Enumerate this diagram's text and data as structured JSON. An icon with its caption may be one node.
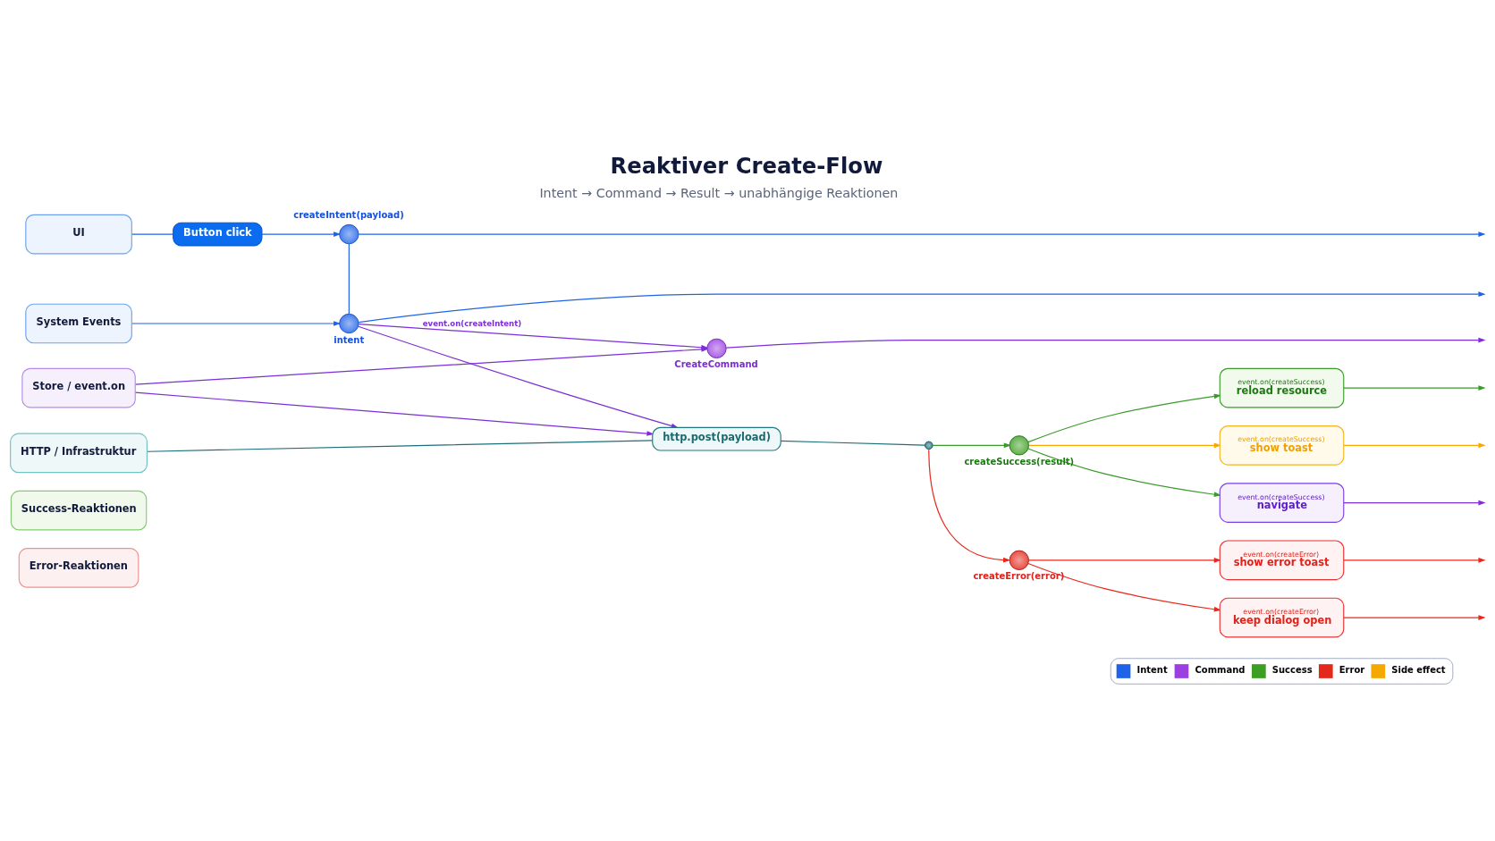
{
  "diagram": {
    "title": "Reaktiver Create-Flow",
    "nodes": [
      {
        "text": [
          "UI"
        ]
      },
      {
        "text": [
          "System Events"
        ]
      },
      {
        "text": [
          "Store / event.on"
        ]
      },
      {
        "text": [
          "HTTP / Infrastruktur"
        ]
      },
      {
        "text": [
          "Success-Reaktionen"
        ]
      },
      {
        "text": [
          "Error-Reaktionen"
        ]
      },
      {
        "text": [
          "Button click"
        ]
      },
      {
        "text": [],
        "shape": "circle",
        "beside": [
          "createIntent(payload)"
        ]
      },
      {
        "text": [],
        "shape": "circle",
        "beside": [
          "intent"
        ]
      },
      {
        "text": [],
        "shape": "circle",
        "beside": [
          "CreateCommand"
        ]
      },
      {
        "text": [
          "http.post(payload)"
        ]
      },
      {
        "text": [],
        "shape": "circle"
      },
      {
        "text": [],
        "shape": "circle",
        "beside": [
          "createSuccess(result)"
        ]
      },
      {
        "text": [],
        "shape": "circle",
        "beside": [
          "createError(error)"
        ]
      },
      {
        "text": [
          "event.on(createSuccess)",
          "reload resource"
        ]
      },
      {
        "text": [
          "event.on(createSuccess)",
          "show toast"
        ]
      },
      {
        "text": [
          "event.on(createSuccess)",
          "navigate"
        ]
      },
      {
        "text": [
          "event.on(createError)",
          "show error toast"
        ]
      },
      {
        "text": [
          "event.on(createError)",
          "keep dialog open"
        ]
      }
    ],
    "edges": [
      {
        "from": 0,
        "to": 6,
        "arrow": "none",
        "color": "#1f63e8"
      },
      {
        "from": 6,
        "to": 7,
        "arrow": "to",
        "color": "#1f63e8"
      },
      {
        "from": 7,
        "to": null,
        "arrow": "to",
        "color": "#1f63e8"
      },
      {
        "from": 7,
        "to": 8,
        "arrow": "none",
        "color": "#1f63e8"
      },
      {
        "from": 1,
        "to": 8,
        "arrow": "to",
        "color": "#1f63e8"
      },
      {
        "from": 8,
        "to": null,
        "arrow": "to",
        "color": "#1f63e8"
      },
      {
        "from": 8,
        "to": 9,
        "arrow": "to",
        "label": "event.on(createIntent)",
        "color": "#7b2fd6"
      },
      {
        "from": 2,
        "to": 9,
        "arrow": "to",
        "color": "#7b2fd6"
      },
      {
        "from": 8,
        "to": 10,
        "arrow": "to",
        "color": "#7b2fd6"
      },
      {
        "from": 2,
        "to": 10,
        "arrow": "to",
        "color": "#7b2fd6"
      },
      {
        "from": 9,
        "to": null,
        "arrow": "to",
        "color": "#7b2fd6"
      },
      {
        "from": 3,
        "to": 10,
        "arrow": "none",
        "color": "#1d6e7a"
      },
      {
        "from": 10,
        "to": 11,
        "arrow": "none",
        "color": "#1d6e7a"
      },
      {
        "from": 11,
        "to": 12,
        "arrow": "to",
        "color": "#3a9a2a"
      },
      {
        "from": 11,
        "to": 13,
        "arrow": "to",
        "color": "#e8281c"
      },
      {
        "from": 12,
        "to": 14,
        "arrow": "to",
        "color": "#3a9a2a"
      },
      {
        "from": 12,
        "to": 15,
        "arrow": "to",
        "color": "#f5a800"
      },
      {
        "from": 12,
        "to": 16,
        "arrow": "to",
        "color": "#3a9a2a"
      },
      {
        "from": 13,
        "to": 17,
        "arrow": "to",
        "color": "#e8281c"
      },
      {
        "from": 13,
        "to": 18,
        "arrow": "to",
        "color": "#e8281c"
      },
      {
        "from": 14,
        "to": null,
        "arrow": "to",
        "color": "#3a9a2a"
      },
      {
        "from": 15,
        "to": null,
        "arrow": "to",
        "color": "#f5a800"
      },
      {
        "from": 16,
        "to": null,
        "arrow": "to",
        "color": "#7b2fd6"
      },
      {
        "from": 17,
        "to": null,
        "arrow": "to",
        "color": "#e8281c"
      },
      {
        "from": 18,
        "to": null,
        "arrow": "to",
        "color": "#e8281c"
      }
    ],
    "labels": [
      "Intent → Command → Result → unabhängige Reaktionen"
    ],
    "legend": [
      {
        "text": "Intent",
        "color": "#1f63e8"
      },
      {
        "text": "Command",
        "color": "#9b3fe0"
      },
      {
        "text": "Success",
        "color": "#3c9e22"
      },
      {
        "text": "Error",
        "color": "#e4281c"
      },
      {
        "text": "Side effect",
        "color": "#f5a800"
      }
    ]
  }
}
